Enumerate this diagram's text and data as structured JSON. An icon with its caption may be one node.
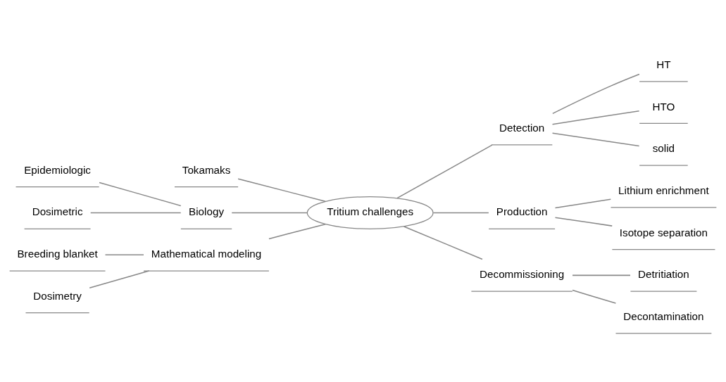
{
  "diagram": {
    "nodes": [
      {
        "text": [
          "Tritium challenges"
        ]
      },
      {
        "text": [
          "Tokamaks"
        ]
      },
      {
        "text": [
          "Biology"
        ]
      },
      {
        "text": [
          "Epidemiologic"
        ]
      },
      {
        "text": [
          "Dosimetric"
        ]
      },
      {
        "text": [
          "Mathematical modeling"
        ]
      },
      {
        "text": [
          "Breeding blanket"
        ]
      },
      {
        "text": [
          "Dosimetry"
        ]
      },
      {
        "text": [
          "Detection"
        ]
      },
      {
        "text": [
          "HT"
        ]
      },
      {
        "text": [
          "HTO"
        ]
      },
      {
        "text": [
          "solid"
        ]
      },
      {
        "text": [
          "Production"
        ]
      },
      {
        "text": [
          "Lithium enrichment"
        ]
      },
      {
        "text": [
          "Isotope separation"
        ]
      },
      {
        "text": [
          "Decommissioning"
        ]
      },
      {
        "text": [
          "Detritiation"
        ]
      },
      {
        "text": [
          "Decontamination"
        ]
      }
    ],
    "edges": [
      {
        "from": 0,
        "to": 1,
        "arrow": "none"
      },
      {
        "from": 0,
        "to": 2,
        "arrow": "none"
      },
      {
        "from": 2,
        "to": 3,
        "arrow": "none"
      },
      {
        "from": 2,
        "to": 4,
        "arrow": "none"
      },
      {
        "from": 0,
        "to": 5,
        "arrow": "none"
      },
      {
        "from": 5,
        "to": 6,
        "arrow": "none"
      },
      {
        "from": 5,
        "to": 7,
        "arrow": "none"
      },
      {
        "from": 0,
        "to": 8,
        "arrow": "none"
      },
      {
        "from": 8,
        "to": 9,
        "arrow": "none"
      },
      {
        "from": 8,
        "to": 10,
        "arrow": "none"
      },
      {
        "from": 8,
        "to": 11,
        "arrow": "none"
      },
      {
        "from": 0,
        "to": 12,
        "arrow": "none"
      },
      {
        "from": 12,
        "to": 13,
        "arrow": "none"
      },
      {
        "from": 12,
        "to": 14,
        "arrow": "none"
      },
      {
        "from": 0,
        "to": 15,
        "arrow": "none"
      },
      {
        "from": 15,
        "to": 16,
        "arrow": "none"
      },
      {
        "from": 15,
        "to": 17,
        "arrow": "none"
      }
    ]
  }
}
